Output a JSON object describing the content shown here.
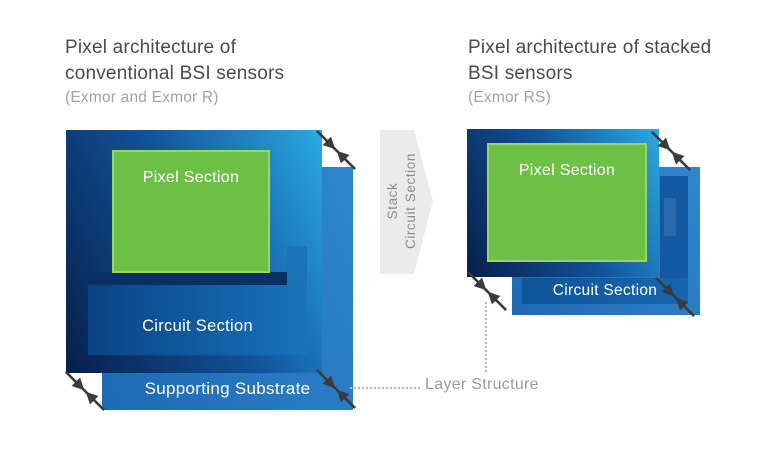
{
  "colors": {
    "navy": "#071f4a",
    "mid-blue": "#11529a",
    "bright-blue": "#2aa9e4",
    "back-1": "#1d69b4",
    "back-2": "#2f86cd",
    "circuit-1": "#0a4384",
    "circuit-2": "#1973bb",
    "tray-1": "#0f5398",
    "tray-2": "#1767ae",
    "tray-arm": "#1459a4",
    "green": "#6cc046",
    "green-border": "#9ed45f",
    "arrow-gray": "#3b3b3b",
    "stack-fill": "#ebebeb",
    "stack-text": "#8a8d90",
    "title-gray": "#4b4b4b",
    "sub-gray": "#a3a3a3",
    "label-gray": "#9b9b9b",
    "dot-gray": "#b3b7bd",
    "shadow-navy": "#0a2f63"
  },
  "left_panel": {
    "title_line1": "Pixel architecture of",
    "title_line2": "conventional BSI sensors",
    "subtitle": "(Exmor and Exmor R)",
    "pixel_section_label": "Pixel Section",
    "circuit_section_label": "Circuit Section",
    "substrate_label": "Supporting Substrate"
  },
  "right_panel": {
    "title_line1": "Pixel architecture of stacked",
    "title_line2": "BSI sensors",
    "subtitle": "(Exmor RS)",
    "pixel_section_label": "Pixel Section",
    "circuit_section_label": "Circuit Section"
  },
  "stack_arrow": {
    "line1": "Stack",
    "line2": "Circuit Section"
  },
  "annotation": {
    "layer_structure": "Layer Structure"
  }
}
